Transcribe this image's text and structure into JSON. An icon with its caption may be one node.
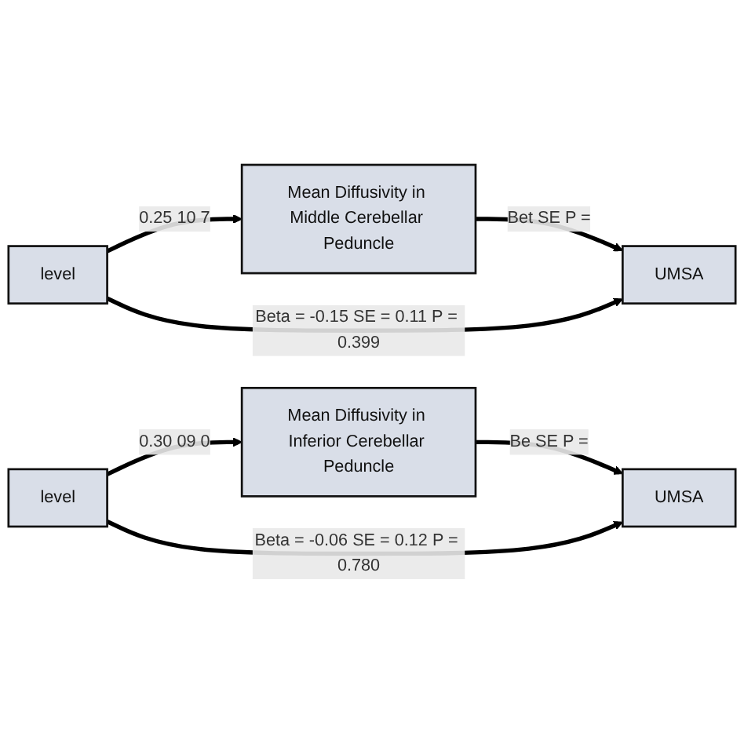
{
  "diagram": {
    "nodes": [
      {
        "text": [
          "level"
        ]
      },
      {
        "text": [
          "Mean Diffusivity in Middle Cerebellar Peduncle"
        ]
      },
      {
        "text": [
          "UMSA"
        ]
      },
      {
        "text": [
          "level"
        ]
      },
      {
        "text": [
          "Mean Diffusivity in Inferior Cerebellar Peduncle"
        ]
      },
      {
        "text": [
          "UMSA"
        ]
      }
    ],
    "edges": [
      {
        "from": 0,
        "to": 1,
        "arrow": "to",
        "label": "0.25 10 7"
      },
      {
        "from": 1,
        "to": 2,
        "arrow": "to",
        "label": "Bet SE P ="
      },
      {
        "from": 0,
        "to": 2,
        "arrow": "to",
        "label": "Beta = -0.15 SE = 0.11 P = 0.399"
      },
      {
        "from": 3,
        "to": 4,
        "arrow": "to",
        "label": "0.30 09 0"
      },
      {
        "from": 4,
        "to": 5,
        "arrow": "to",
        "label": "Be SE P ="
      },
      {
        "from": 3,
        "to": 5,
        "arrow": "to",
        "label": "Beta = -0.06 SE = 0.12 P = 0.780"
      }
    ]
  }
}
